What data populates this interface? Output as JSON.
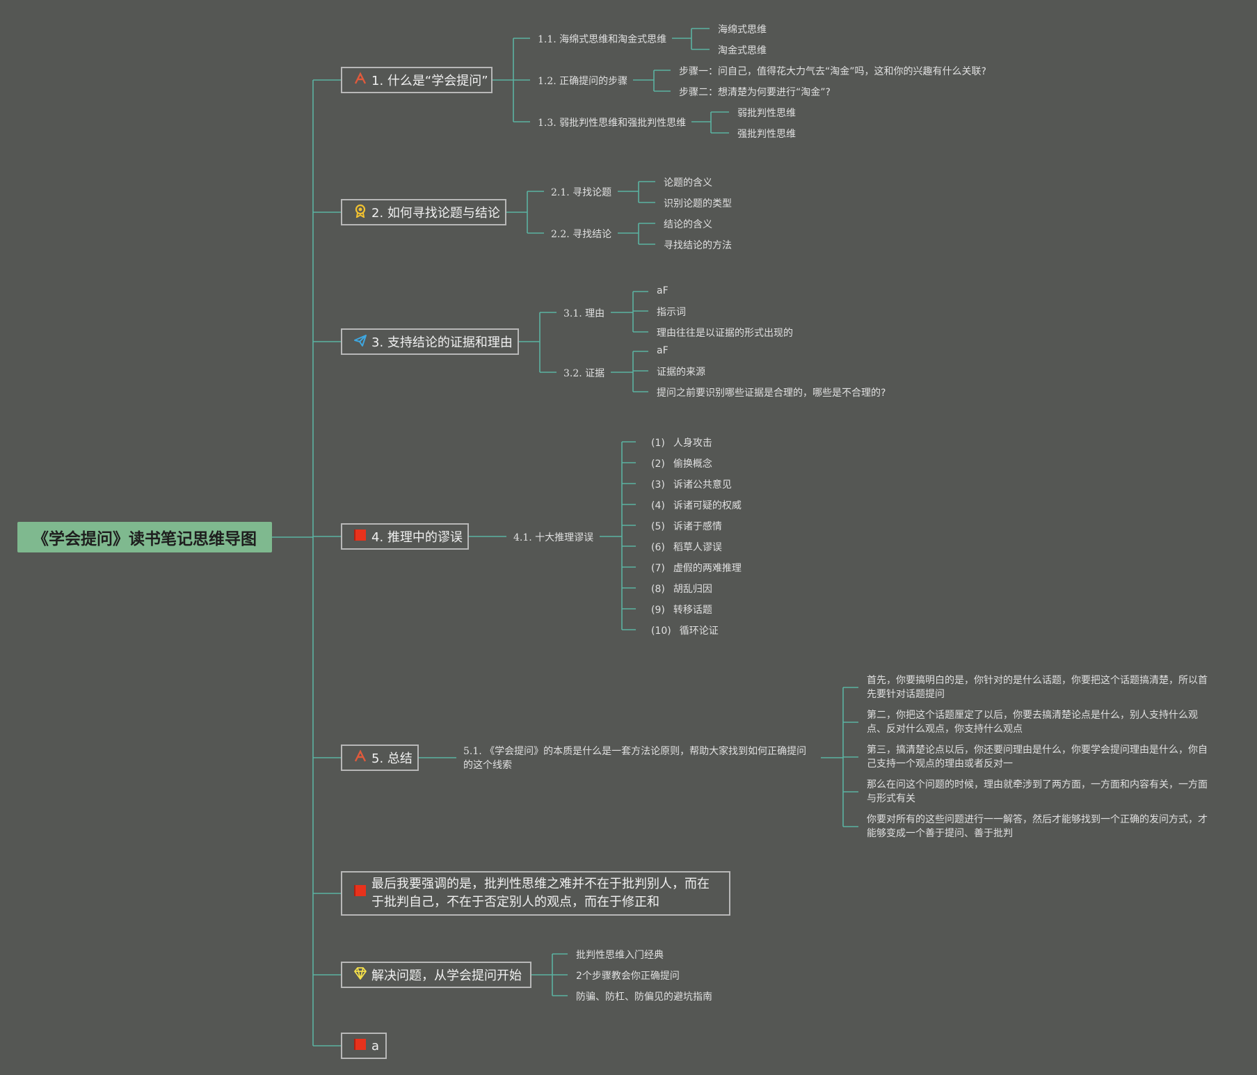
{
  "root": {
    "title": "《学会提问》读书笔记思维导图"
  },
  "branches": [
    {
      "label": "1. 什么是“学会提问”",
      "icon": "strategy-icon",
      "color": "#e05a3c",
      "children": [
        {
          "label": "1.1. 海绵式思维和淘金式思维",
          "children": [
            "海绵式思维",
            "淘金式思维"
          ]
        },
        {
          "label": "1.2. 正确提问的步骤",
          "children": [
            "步骤一：问自己，值得花大力气去“淘金”吗，这和你的兴趣有什么关联?",
            "步骤二：想清楚为何要进行“淘金”?"
          ]
        },
        {
          "label": "1.3. 弱批判性思维和强批判性思维",
          "children": [
            "弱批判性思维",
            "强批判性思维"
          ]
        }
      ]
    },
    {
      "label": "2. 如何寻找论题与结论",
      "icon": "award-ribbon-icon",
      "color": "#f2c230",
      "children": [
        {
          "label": "2.1. 寻找论题",
          "children": [
            "论题的含义",
            "识别论题的类型"
          ]
        },
        {
          "label": "2.2. 寻找结论",
          "children": [
            "结论的含义",
            "寻找结论的方法"
          ]
        }
      ]
    },
    {
      "label": "3. 支持结论的证据和理由",
      "icon": "paper-plane-icon",
      "color": "#3fa7e0",
      "children": [
        {
          "label": "3.1. 理由",
          "children": [
            "aF",
            "指示词",
            "理由往往是以证据的形式出现的"
          ]
        },
        {
          "label": "3.2. 证据",
          "children": [
            "aF",
            "证据的来源",
            "提问之前要识别哪些证据是合理的，哪些是不合理的?"
          ]
        }
      ]
    },
    {
      "label": "4. 推理中的谬误",
      "icon": "red-flag-icon",
      "color": "#e8321c",
      "children": [
        {
          "label": "4.1. 十大推理谬误",
          "children": [
            {
              "num": "(1)",
              "text": "人身攻击"
            },
            {
              "num": "(2)",
              "text": "偷换概念"
            },
            {
              "num": "(3)",
              "text": "诉诸公共意见"
            },
            {
              "num": "(4)",
              "text": "诉诸可疑的权威"
            },
            {
              "num": "(5)",
              "text": "诉诸于感情"
            },
            {
              "num": "(6)",
              "text": "稻草人谬误"
            },
            {
              "num": "(7)",
              "text": "虚假的两难推理"
            },
            {
              "num": "(8)",
              "text": "胡乱归因"
            },
            {
              "num": "(9)",
              "text": "转移话题"
            },
            {
              "num": "(10)",
              "text": "循环论证"
            }
          ]
        }
      ]
    },
    {
      "label": "5. 总结",
      "icon": "strategy-icon",
      "color": "#e05a3c",
      "children": [
        {
          "label": "5.1. 《学会提问》的本质是什么是一套方法论原则，帮助大家找到如何正确提问的这个线索",
          "children": [
            "首先，你要搞明白的是，你针对的是什么话题，你要把这个话题搞清楚，所以首先要针对话题提问",
            "第二，你把这个话题厘定了以后，你要去搞清楚论点是什么，别人支持什么观点、反对什么观点，你支持什么观点",
            "第三，搞清楚论点以后，你还要问理由是什么，你要学会提问理由是什么，你自己支持一个观点的理由或者反对一",
            "那么在问这个问题的时候，理由就牵涉到了两方面，一方面和内容有关，一方面与形式有关",
            "你要对所有的这些问题进行一一解答，然后才能够找到一个正确的发问方式，才能够变成一个善于提问、善于批判"
          ]
        }
      ]
    },
    {
      "label": "最后我要强调的是，批判性思维之难并不在于批判别人，而在于批判自己，不在于否定别人的观点，而在于修正和",
      "icon": "red-flag-icon",
      "color": "#e8321c",
      "children": []
    },
    {
      "label": "解决问题，从学会提问开始",
      "icon": "diamond-icon",
      "color": "#f4e04a",
      "children": [
        "批判性思维入门经典",
        "2个步骤教会你正确提问",
        "防骗、防杠、防偏见的避坑指南"
      ]
    },
    {
      "label": "a",
      "icon": "red-flag-icon",
      "color": "#e8321c",
      "children": []
    }
  ],
  "colors": {
    "background": "#555754",
    "line": "#5bb3a2",
    "root_fill": "#7fb98f",
    "node_border": "#b8b8b8"
  }
}
